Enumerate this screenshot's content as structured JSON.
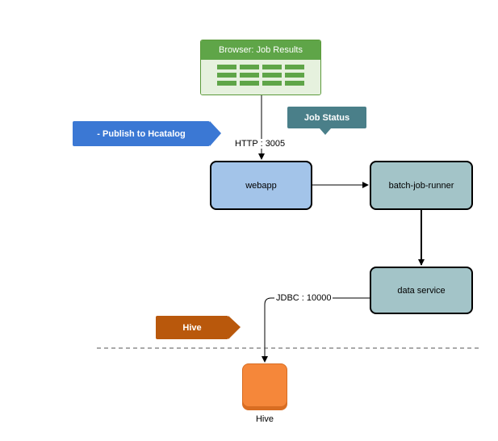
{
  "browser": {
    "title": "Browser: Job Results"
  },
  "nodes": {
    "webapp": "webapp",
    "batch_job_runner": "batch-job-runner",
    "data_service": "data service",
    "hive": "Hive"
  },
  "callouts": {
    "publish": "- Publish to Hcatalog",
    "job_status": "Job Status",
    "hive": "Hive"
  },
  "edges": {
    "http": "HTTP : 3005",
    "jdbc": "JDBC : 10000"
  },
  "colors": {
    "browser_green": "#5fa548",
    "webapp_blue": "#a3c4e9",
    "service_teal": "#a3c4c8",
    "publish_blue": "#3b78d4",
    "job_status_teal": "#4a7f89",
    "hive_callout_brown": "#b9580c",
    "hive_orange": "#f5873a"
  }
}
